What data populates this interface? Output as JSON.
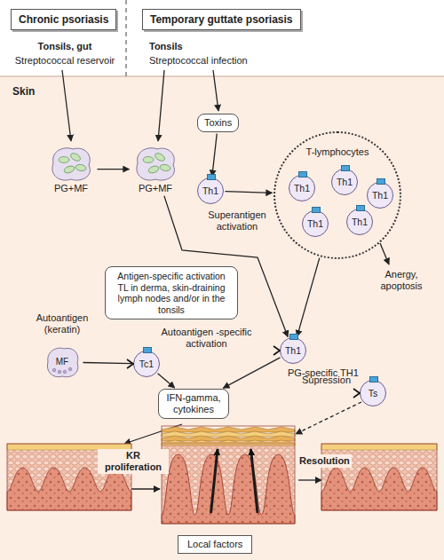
{
  "diagram": {
    "nodes": [
      {
        "text": [
          "Chronic psoriasis"
        ]
      },
      {
        "text": [
          "Temporary guttate psoriasis"
        ]
      },
      {
        "text": [
          "Toxins"
        ]
      },
      {
        "text": [
          "PG+MF"
        ]
      },
      {
        "text": [
          "PG+MF"
        ]
      },
      {
        "text": [
          "Th1"
        ]
      },
      {
        "text": [
          "T-lymphocytes"
        ]
      },
      {
        "text": [
          "Th1"
        ],
        "in": 6
      },
      {
        "text": [
          "Th1"
        ],
        "in": 6
      },
      {
        "text": [
          "Th1"
        ],
        "in": 6
      },
      {
        "text": [
          "Th1"
        ],
        "in": 6
      },
      {
        "text": [
          "Th1"
        ],
        "in": 6
      },
      {
        "text": [
          "Antigen-specific activation TL in derma, skin-draining lymph nodes and/or in the tonsils"
        ]
      },
      {
        "text": [
          "Th1",
          "PG-specific TH1"
        ]
      },
      {
        "text": [
          "MF"
        ]
      },
      {
        "text": [
          "Tc1"
        ]
      },
      {
        "text": [
          "IFN-gamma, cytokines"
        ]
      },
      {
        "text": [
          "Ts"
        ]
      },
      {
        "text": [
          "Local factors"
        ]
      }
    ],
    "edges": [
      {
        "from": 3,
        "to": 4,
        "arrow": "to"
      },
      {
        "from": 2,
        "to": 5,
        "arrow": "to"
      },
      {
        "from": 5,
        "to": 6,
        "label": "Superantigen activation",
        "arrow": "to"
      },
      {
        "from": 4,
        "to": 13,
        "arrow": "to"
      },
      {
        "from": 6,
        "to": 13,
        "arrow": "to"
      },
      {
        "from": 14,
        "to": 15,
        "arrow": "none"
      },
      {
        "from": 15,
        "to": 16,
        "arrow": "to"
      },
      {
        "from": 13,
        "to": 16,
        "arrow": "to"
      }
    ],
    "labels": [
      "Tonsils, gut",
      "Streptococcal reservoir",
      "Tonsils",
      "Streptococcal infection",
      "Skin",
      "Anergy, apoptosis",
      "Autoantigen (keratin)",
      "Autoantigen -specific activation",
      "Supression",
      "KR proliferation",
      "Resolution"
    ]
  }
}
